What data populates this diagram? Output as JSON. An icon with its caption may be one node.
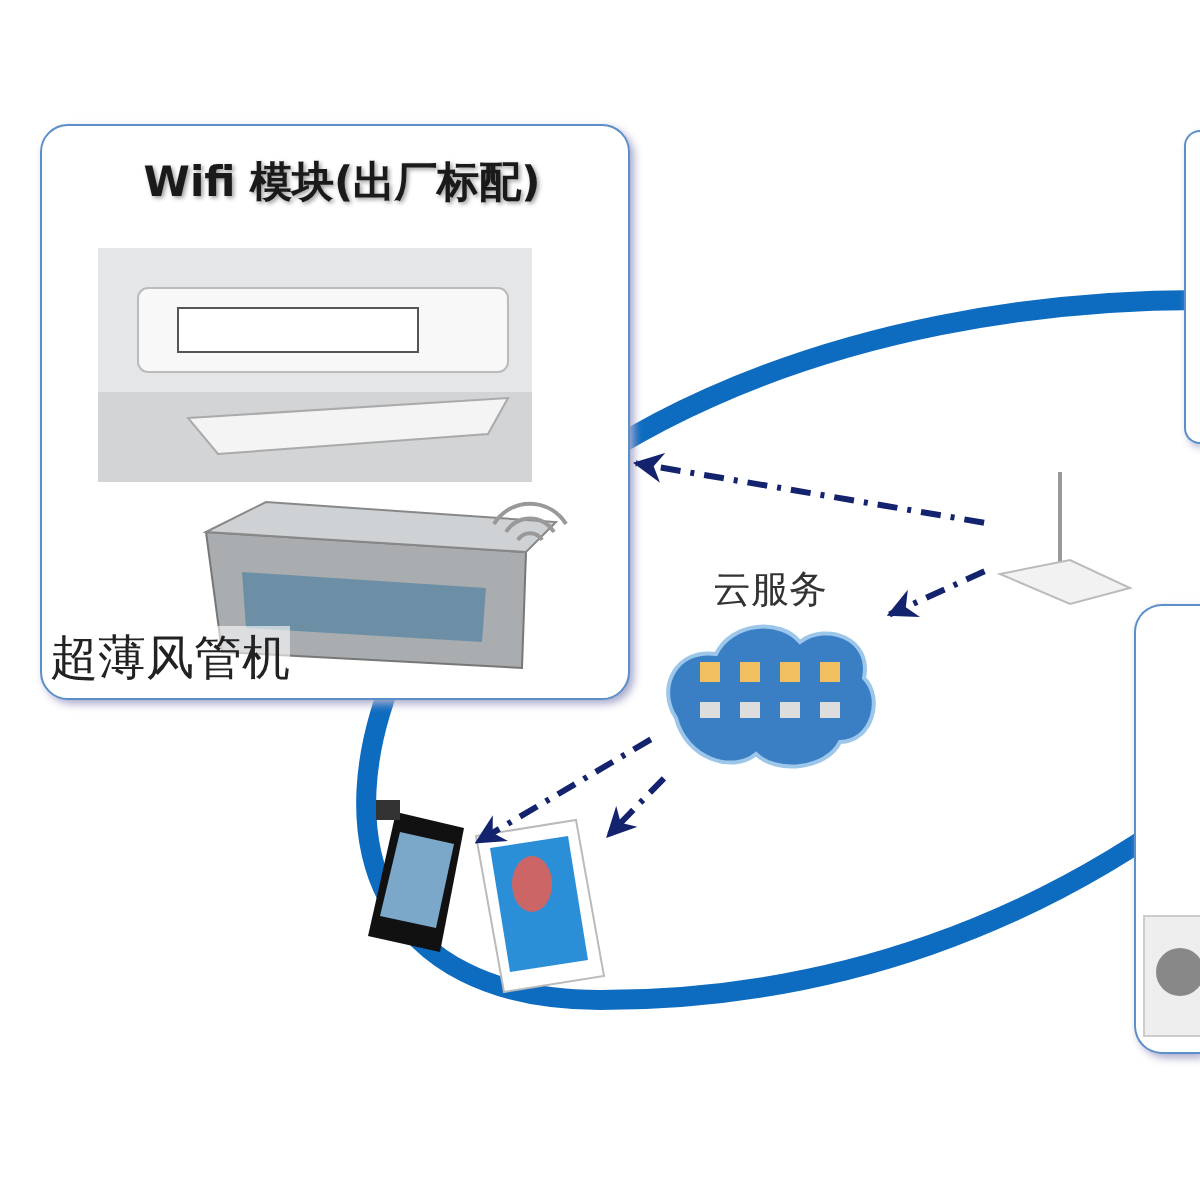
{
  "diagram": {
    "nodes": [
      {
        "text": [
          "Wifi 模块(出厂标配)",
          "超薄风管机"
        ]
      },
      {
        "text": [],
        "shape": "picture",
        "in": 0
      },
      {
        "text": [],
        "shape": "picture",
        "in": 0
      },
      {
        "text": [],
        "shape": "box"
      },
      {
        "text": [],
        "shape": "picture"
      },
      {
        "text": [
          "云服务"
        ]
      },
      {
        "text": [],
        "shape": "box"
      },
      {
        "text": [],
        "shape": "picture",
        "in": 6
      },
      {
        "text": [],
        "shape": "picture"
      },
      {
        "text": [],
        "shape": "picture"
      }
    ],
    "edges": [
      {
        "from": 4,
        "to": 0,
        "arrow": "to",
        "style": "dashed"
      },
      {
        "from": 4,
        "to": 5,
        "arrow": "to",
        "style": "dashed"
      },
      {
        "from": 5,
        "to": 8,
        "arrow": "to",
        "style": "dashed"
      },
      {
        "from": 5,
        "to": 9,
        "arrow": "to",
        "style": "dashed"
      }
    ]
  }
}
